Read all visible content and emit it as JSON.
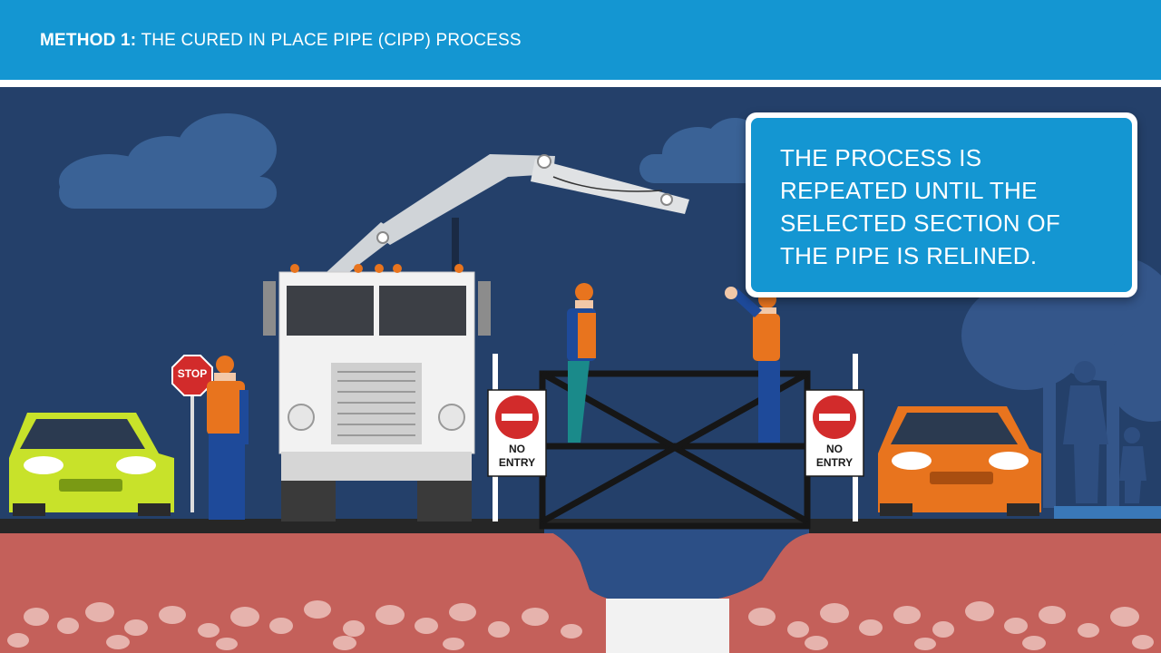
{
  "header": {
    "title_bold": "METHOD 1:",
    "title_rest": "THE CURED IN PLACE PIPE (CIPP) PROCESS"
  },
  "callout": {
    "text": "THE PROCESS IS REPEATED UNTIL THE SELECTED SECTION OF THE PIPE IS RELINED."
  },
  "signs": {
    "stop": "STOP",
    "no_entry_left_1": "NO",
    "no_entry_left_2": "ENTRY",
    "no_entry_right_1": "NO",
    "no_entry_right_2": "ENTRY"
  },
  "colors": {
    "header": "#1496d2",
    "sky": "#24406a",
    "soil": "#c4605a",
    "car_left": "#c8e22a",
    "car_right": "#e8741e",
    "vest": "#e8741e"
  }
}
